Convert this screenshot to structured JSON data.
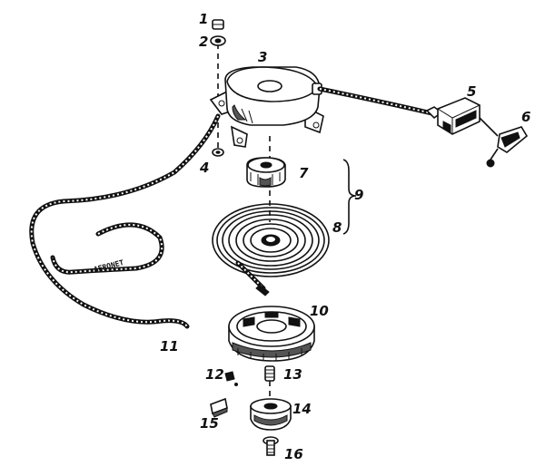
{
  "diagram": {
    "rope_marking": "AFRONET",
    "labels": {
      "p1": "1",
      "p2": "2",
      "p3": "3",
      "p4": "4",
      "p5": "5",
      "p6": "6",
      "p7": "7",
      "p8": "8",
      "p9": "9",
      "p10": "10",
      "p11": "11",
      "p12": "12",
      "p13": "13",
      "p14": "14",
      "p15": "15",
      "p16": "16"
    }
  }
}
